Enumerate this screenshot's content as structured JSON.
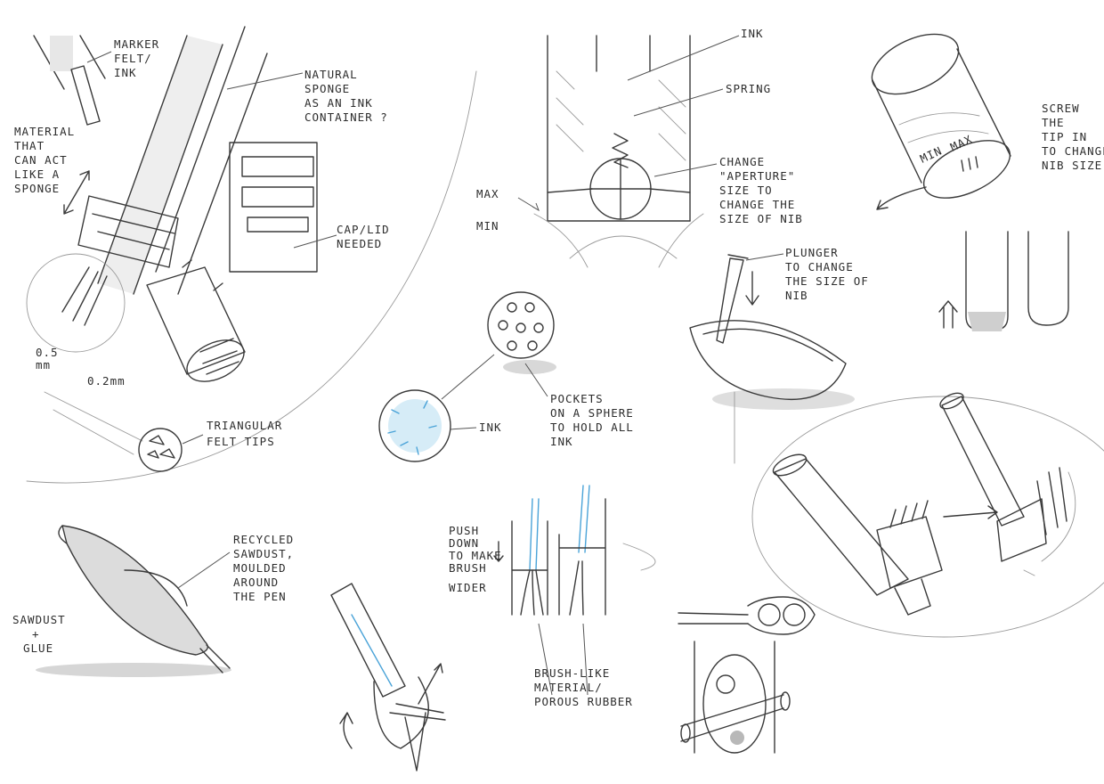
{
  "labels": {
    "marker_felt_ink": [
      "MARKER",
      "FELT/",
      "INK"
    ],
    "material_sponge": [
      "MATERIAL",
      "THAT",
      "CAN ACT",
      "LIKE A",
      "SPONGE"
    ],
    "natural_sponge": [
      "NATURAL",
      "SPONGE",
      "AS AN INK",
      "CONTAINER ?"
    ],
    "cap_lid": [
      "CAP/LID",
      "NEEDED"
    ],
    "size_05": [
      "0.5",
      "mm"
    ],
    "size_02": "0.2mm",
    "triangular_felt": [
      "TRIANGULAR",
      "FELT TIPS"
    ],
    "ink_top": "INK",
    "spring": "SPRING",
    "change_aperture": [
      "CHANGE",
      "\"APERTURE\"",
      "SIZE TO",
      "CHANGE THE",
      "SIZE OF NIB"
    ],
    "max": "MAX",
    "min": "MIN",
    "screw_tip": [
      "SCREW",
      "THE",
      "TIP IN",
      "TO CHANGE",
      "NIB SIZE"
    ],
    "cap_min": "MIN",
    "cap_max": "MAX",
    "plunger": [
      "PLUNGER",
      "TO CHANGE",
      "THE SIZE OF",
      "NIB"
    ],
    "pockets": [
      "POCKETS",
      "ON A SPHERE",
      "TO HOLD ALL",
      "INK"
    ],
    "ink_sphere": "INK",
    "recycled": [
      "RECYCLED",
      "SAWDUST,",
      "MOULDED",
      "AROUND",
      "THE PEN"
    ],
    "sawdust_glue": [
      "SAWDUST",
      "+",
      "GLUE"
    ],
    "push_down": [
      "PUSH",
      "DOWN",
      "TO MAKE",
      "BRUSH",
      "WIDER"
    ],
    "brush_like": [
      "BRUSH-LIKE",
      "MATERIAL/",
      "POROUS RUBBER"
    ]
  }
}
